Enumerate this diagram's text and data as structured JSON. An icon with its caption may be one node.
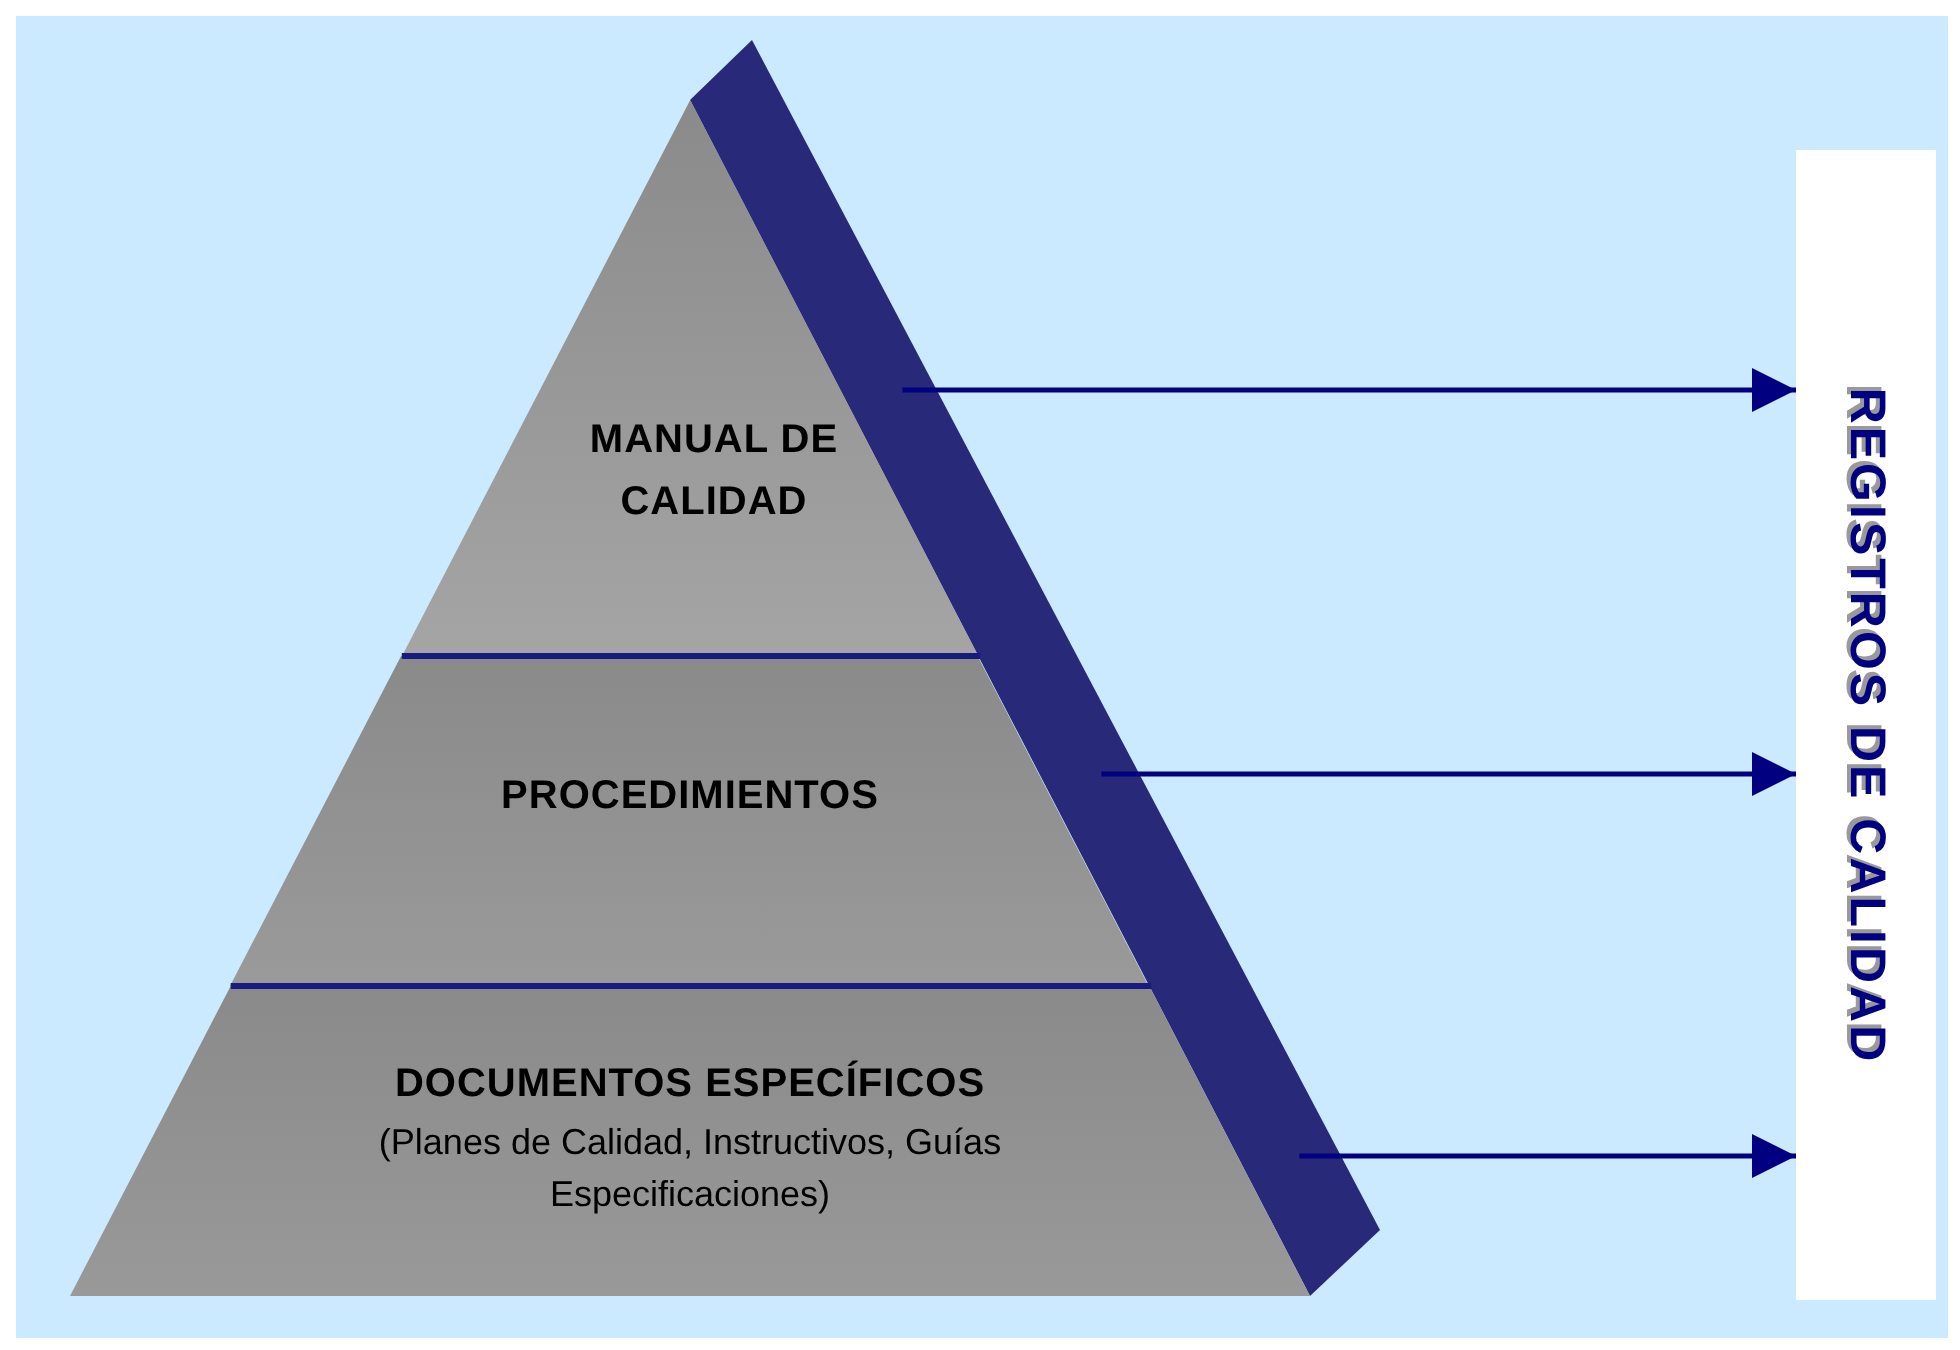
{
  "diagram": {
    "nodes": [
      {
        "text": [
          "MANUAL DE CALIDAD"
        ]
      },
      {
        "text": [
          "PROCEDIMIENTOS"
        ]
      },
      {
        "text": [
          "DOCUMENTOS ESPECÍFICOS",
          "(Planes de Calidad, Instructivos, Guías Especificaciones)"
        ]
      },
      {
        "text": [
          "REGISTROS DE CALIDAD"
        ]
      }
    ],
    "edges": [
      {
        "from": 0,
        "to": 3,
        "arrow": "to"
      },
      {
        "from": 1,
        "to": 3,
        "arrow": "to"
      },
      {
        "from": 2,
        "to": 3,
        "arrow": "to"
      }
    ]
  }
}
